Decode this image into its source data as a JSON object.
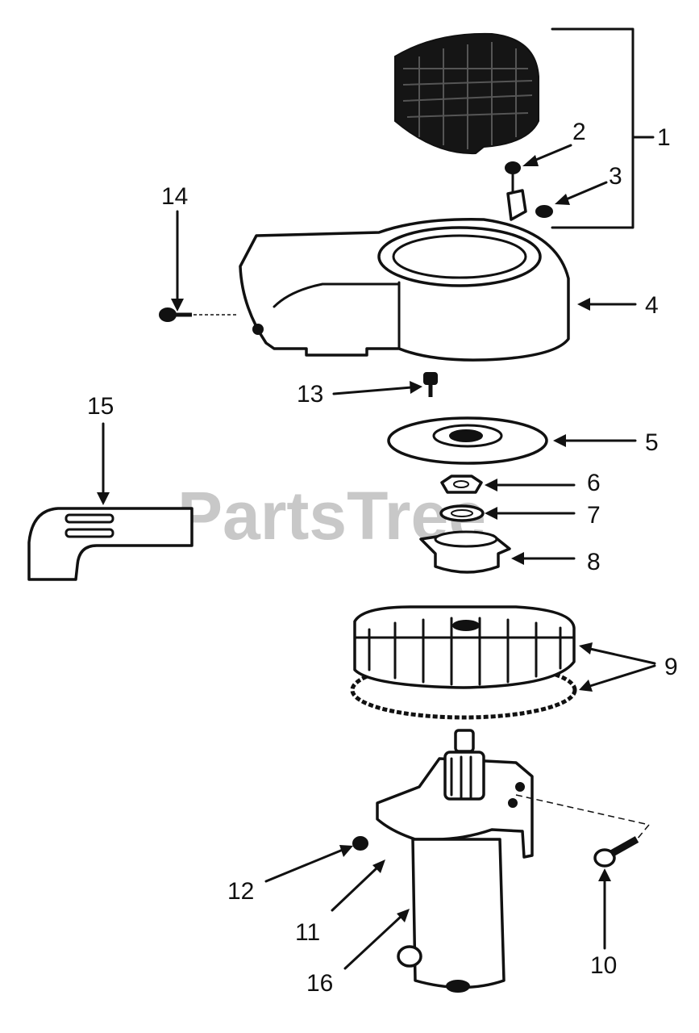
{
  "watermark": "PartsTree",
  "callouts": [
    {
      "id": "1",
      "label": "1"
    },
    {
      "id": "2",
      "label": "2"
    },
    {
      "id": "3",
      "label": "3"
    },
    {
      "id": "4",
      "label": "4"
    },
    {
      "id": "5",
      "label": "5"
    },
    {
      "id": "6",
      "label": "6"
    },
    {
      "id": "7",
      "label": "7"
    },
    {
      "id": "8",
      "label": "8"
    },
    {
      "id": "9",
      "label": "9"
    },
    {
      "id": "10",
      "label": "10"
    },
    {
      "id": "11",
      "label": "11"
    },
    {
      "id": "12",
      "label": "12"
    },
    {
      "id": "13",
      "label": "13"
    },
    {
      "id": "14",
      "label": "14"
    },
    {
      "id": "15",
      "label": "15"
    },
    {
      "id": "16",
      "label": "16"
    }
  ]
}
